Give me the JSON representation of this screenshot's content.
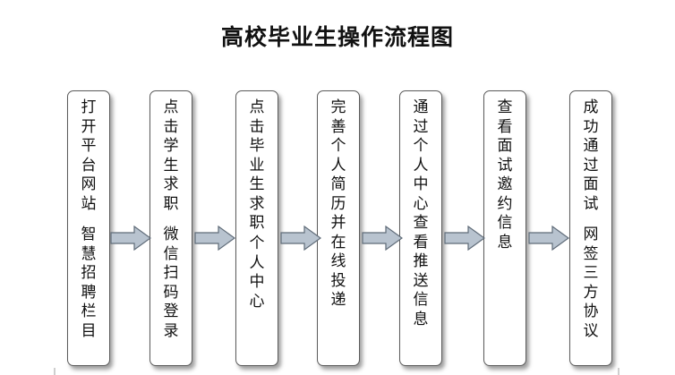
{
  "title": "高校毕业生操作流程图",
  "steps": [
    {
      "id": "step-1",
      "line1": "打开平台网站",
      "line2": "智慧招聘栏目"
    },
    {
      "id": "step-2",
      "line1": "点击学生求职",
      "line2": "微信扫码登录"
    },
    {
      "id": "step-3",
      "line1": "点击毕业生求职",
      "line2": "个人中心"
    },
    {
      "id": "step-4",
      "line1": "完善个人简历并在线投递",
      "line2": ""
    },
    {
      "id": "step-5",
      "line1": "通过个人中心查看推送信息",
      "line2": ""
    },
    {
      "id": "step-6",
      "line1": "查看面试邀约信息",
      "line2": ""
    },
    {
      "id": "step-7",
      "line1": "成功通过面试",
      "line2": "网签三方协议"
    }
  ]
}
